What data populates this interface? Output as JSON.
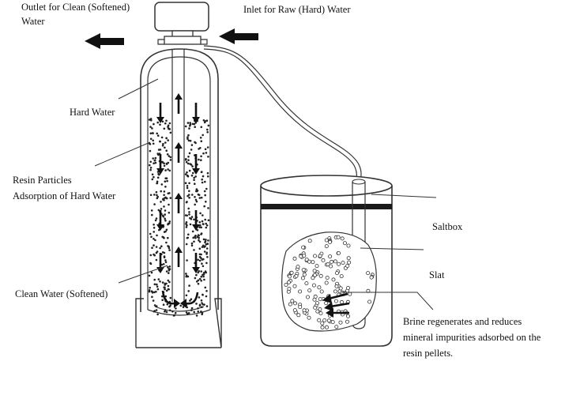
{
  "labels": {
    "outlet_line1": "Outlet for Clean (Softened)",
    "outlet_line2": "Water",
    "inlet": "Inlet for Raw (Hard) Water",
    "hard_water": "Hard Water",
    "resin_line1": "Resin Particles",
    "resin_line2": "Adsorption of Hard Water",
    "clean_water": "Clean Water (Softened)",
    "saltbox": "Saltbox",
    "slat": "Slat",
    "brine_line1": "Brine regenerates and reduces",
    "brine_line2": "mineral impurities adsorbed on the",
    "brine_line3": "resin pellets."
  },
  "colors": {
    "line": "#333333",
    "arrow": "#111111"
  }
}
